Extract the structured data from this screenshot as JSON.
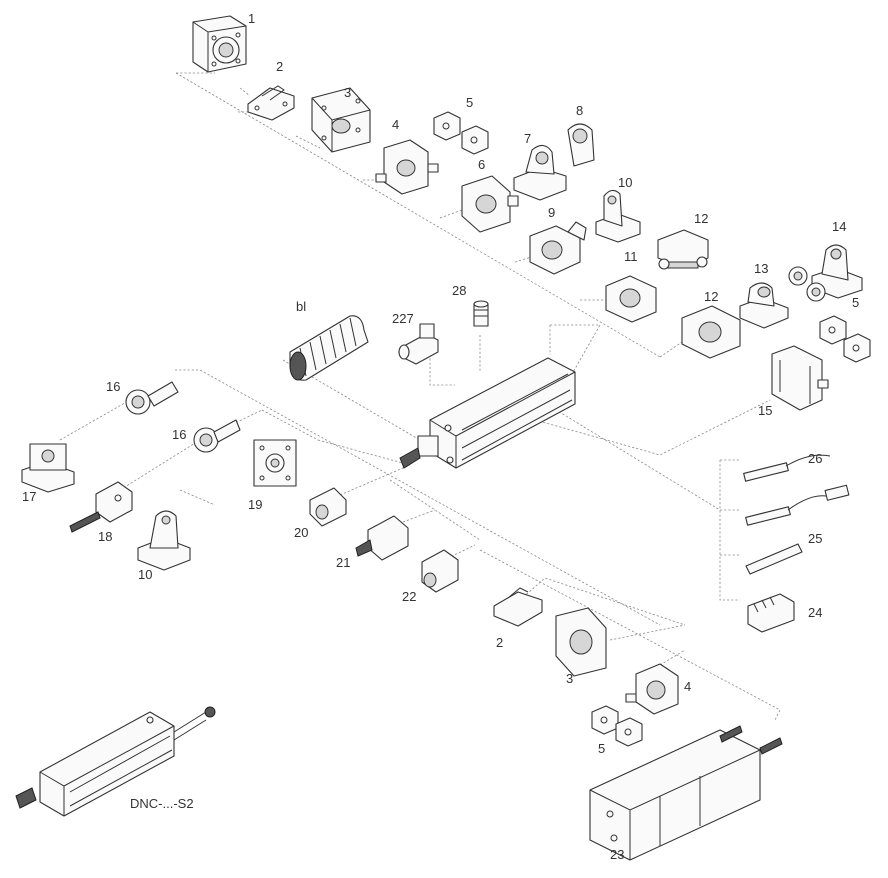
{
  "callouts": [
    {
      "id": "c1",
      "text": "1"
    },
    {
      "id": "c2",
      "text": "2"
    },
    {
      "id": "c3",
      "text": "3"
    },
    {
      "id": "c4",
      "text": "4"
    },
    {
      "id": "c5",
      "text": "5"
    },
    {
      "id": "c6",
      "text": "6"
    },
    {
      "id": "c7",
      "text": "7"
    },
    {
      "id": "c8",
      "text": "8"
    },
    {
      "id": "c9",
      "text": "9"
    },
    {
      "id": "c10",
      "text": "10"
    },
    {
      "id": "c11",
      "text": "11"
    },
    {
      "id": "c12a",
      "text": "12"
    },
    {
      "id": "c12b",
      "text": "12"
    },
    {
      "id": "c13",
      "text": "13"
    },
    {
      "id": "c14",
      "text": "14"
    },
    {
      "id": "c5b",
      "text": "5"
    },
    {
      "id": "c15",
      "text": "15"
    },
    {
      "id": "cbl",
      "text": "bl"
    },
    {
      "id": "c227",
      "text": "227"
    },
    {
      "id": "c28",
      "text": "28"
    },
    {
      "id": "c16a",
      "text": "16"
    },
    {
      "id": "c16b",
      "text": "16"
    },
    {
      "id": "c17",
      "text": "17"
    },
    {
      "id": "c19",
      "text": "19"
    },
    {
      "id": "c18",
      "text": "18"
    },
    {
      "id": "c20",
      "text": "20"
    },
    {
      "id": "c10b",
      "text": "10"
    },
    {
      "id": "c21",
      "text": "21"
    },
    {
      "id": "c22",
      "text": "22"
    },
    {
      "id": "c26",
      "text": "26"
    },
    {
      "id": "c25",
      "text": "25"
    },
    {
      "id": "c24",
      "text": "24"
    },
    {
      "id": "c2b",
      "text": "2"
    },
    {
      "id": "c3b",
      "text": "3"
    },
    {
      "id": "c4b",
      "text": "4"
    },
    {
      "id": "c5c",
      "text": "5"
    },
    {
      "id": "c23",
      "text": "23"
    }
  ],
  "caption": "DNC-...-S2",
  "colors": {
    "line": "#333333",
    "leader": "#8a8a8a",
    "background": "#ffffff"
  }
}
